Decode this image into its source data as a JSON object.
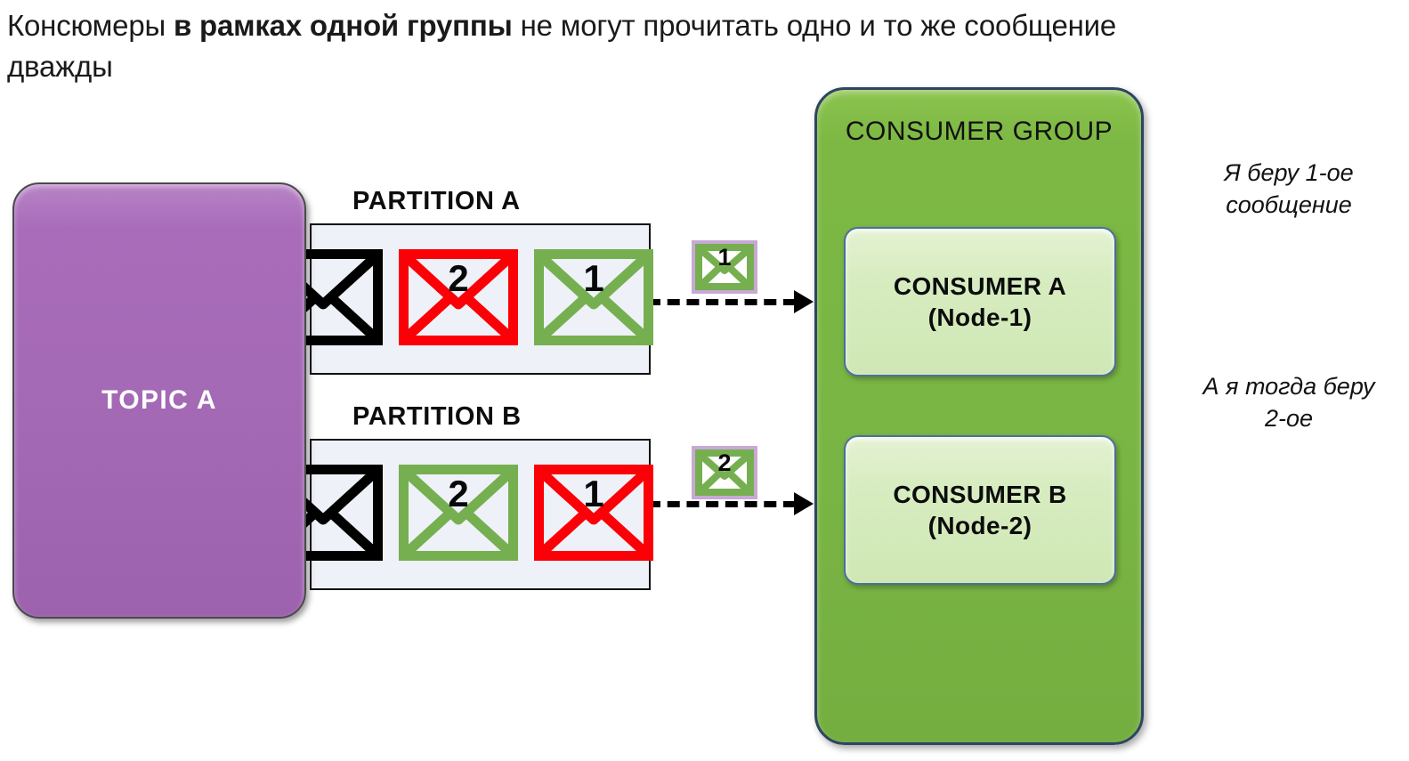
{
  "title": {
    "prefix": "Консюмеры ",
    "bold": "в рамках одной группы",
    "suffix": " не могут прочитать одно и то же сообщение дважды"
  },
  "topic": {
    "label": "TOPIC A",
    "color": "#a369b4"
  },
  "partitions": [
    {
      "label": "PARTITION A",
      "messages": [
        {
          "num": "",
          "color": "#000000",
          "name": "message-black"
        },
        {
          "num": "2",
          "color": "#fb0007",
          "name": "message-2-red"
        },
        {
          "num": "1",
          "color": "#76af50",
          "name": "message-1-green"
        }
      ]
    },
    {
      "label": "PARTITION B",
      "messages": [
        {
          "num": "",
          "color": "#000000",
          "name": "message-black"
        },
        {
          "num": "2",
          "color": "#76af50",
          "name": "message-2-green"
        },
        {
          "num": "1",
          "color": "#fb0007",
          "name": "message-1-red"
        }
      ]
    }
  ],
  "flows": [
    {
      "envelope_num": "1",
      "envelope_color": "#76af50",
      "envelope_outer": "#c7a9d4"
    },
    {
      "envelope_num": "2",
      "envelope_color": "#76af50",
      "envelope_outer": "#c7a9d4"
    }
  ],
  "consumer_group": {
    "title": "CONSUMER GROUP",
    "color": "#7cb843",
    "consumers": [
      {
        "name": "CONSUMER A",
        "node": "(Node-1)"
      },
      {
        "name": "CONSUMER B",
        "node": "(Node-2)"
      }
    ]
  },
  "annotations": [
    {
      "line1": "Я беру 1-ое",
      "line2": "сообщение"
    },
    {
      "line1": "А я тогда беру",
      "line2": "2-ое"
    }
  ]
}
